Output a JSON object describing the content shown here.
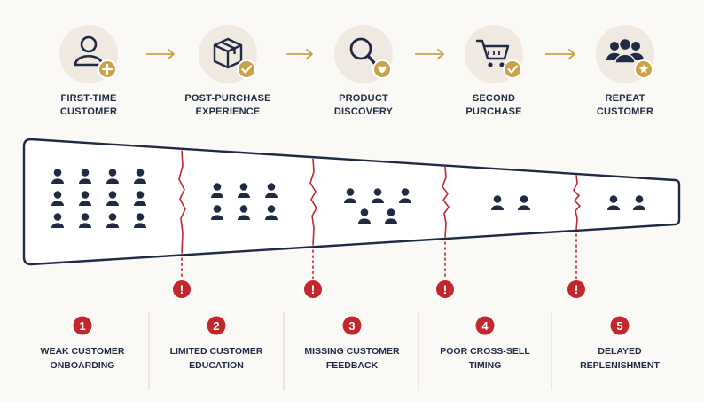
{
  "colors": {
    "navy": "#1f2a44",
    "gold": "#c9a24a",
    "red": "#c1272d",
    "circle_bg": "#efe9e1",
    "background": "#fbf9f6"
  },
  "stages": [
    {
      "label_lines": [
        "FIRST-TIME",
        "CUSTOMER"
      ],
      "icon": "user-add-icon",
      "badge": "plus"
    },
    {
      "label_lines": [
        "POST-PURCHASE",
        "EXPERIENCE"
      ],
      "icon": "package-icon",
      "badge": "check"
    },
    {
      "label_lines": [
        "PRODUCT",
        "DISCOVERY"
      ],
      "icon": "search-icon",
      "badge": "heart"
    },
    {
      "label_lines": [
        "SECOND",
        "PURCHASE"
      ],
      "icon": "shopping-cart-icon",
      "badge": "check"
    },
    {
      "label_lines": [
        "REPEAT",
        "CUSTOMER"
      ],
      "icon": "group-icon",
      "badge": "star"
    }
  ],
  "funnel_segments": [
    {
      "people_count": 12
    },
    {
      "people_count": 6
    },
    {
      "people_count": 5
    },
    {
      "people_count": 2
    },
    {
      "people_count": 2
    }
  ],
  "issues": [
    {
      "number": "1",
      "label_lines": [
        "WEAK CUSTOMER",
        "ONBOARDING"
      ]
    },
    {
      "number": "2",
      "label_lines": [
        "LIMITED CUSTOMER",
        "EDUCATION"
      ]
    },
    {
      "number": "3",
      "label_lines": [
        "MISSING CUSTOMER",
        "FEEDBACK"
      ]
    },
    {
      "number": "4",
      "label_lines": [
        "POOR CROSS-SELL",
        "TIMING"
      ]
    },
    {
      "number": "5",
      "label_lines": [
        "DELAYED",
        "REPLENISHMENT"
      ]
    }
  ],
  "alert_symbol": "!"
}
